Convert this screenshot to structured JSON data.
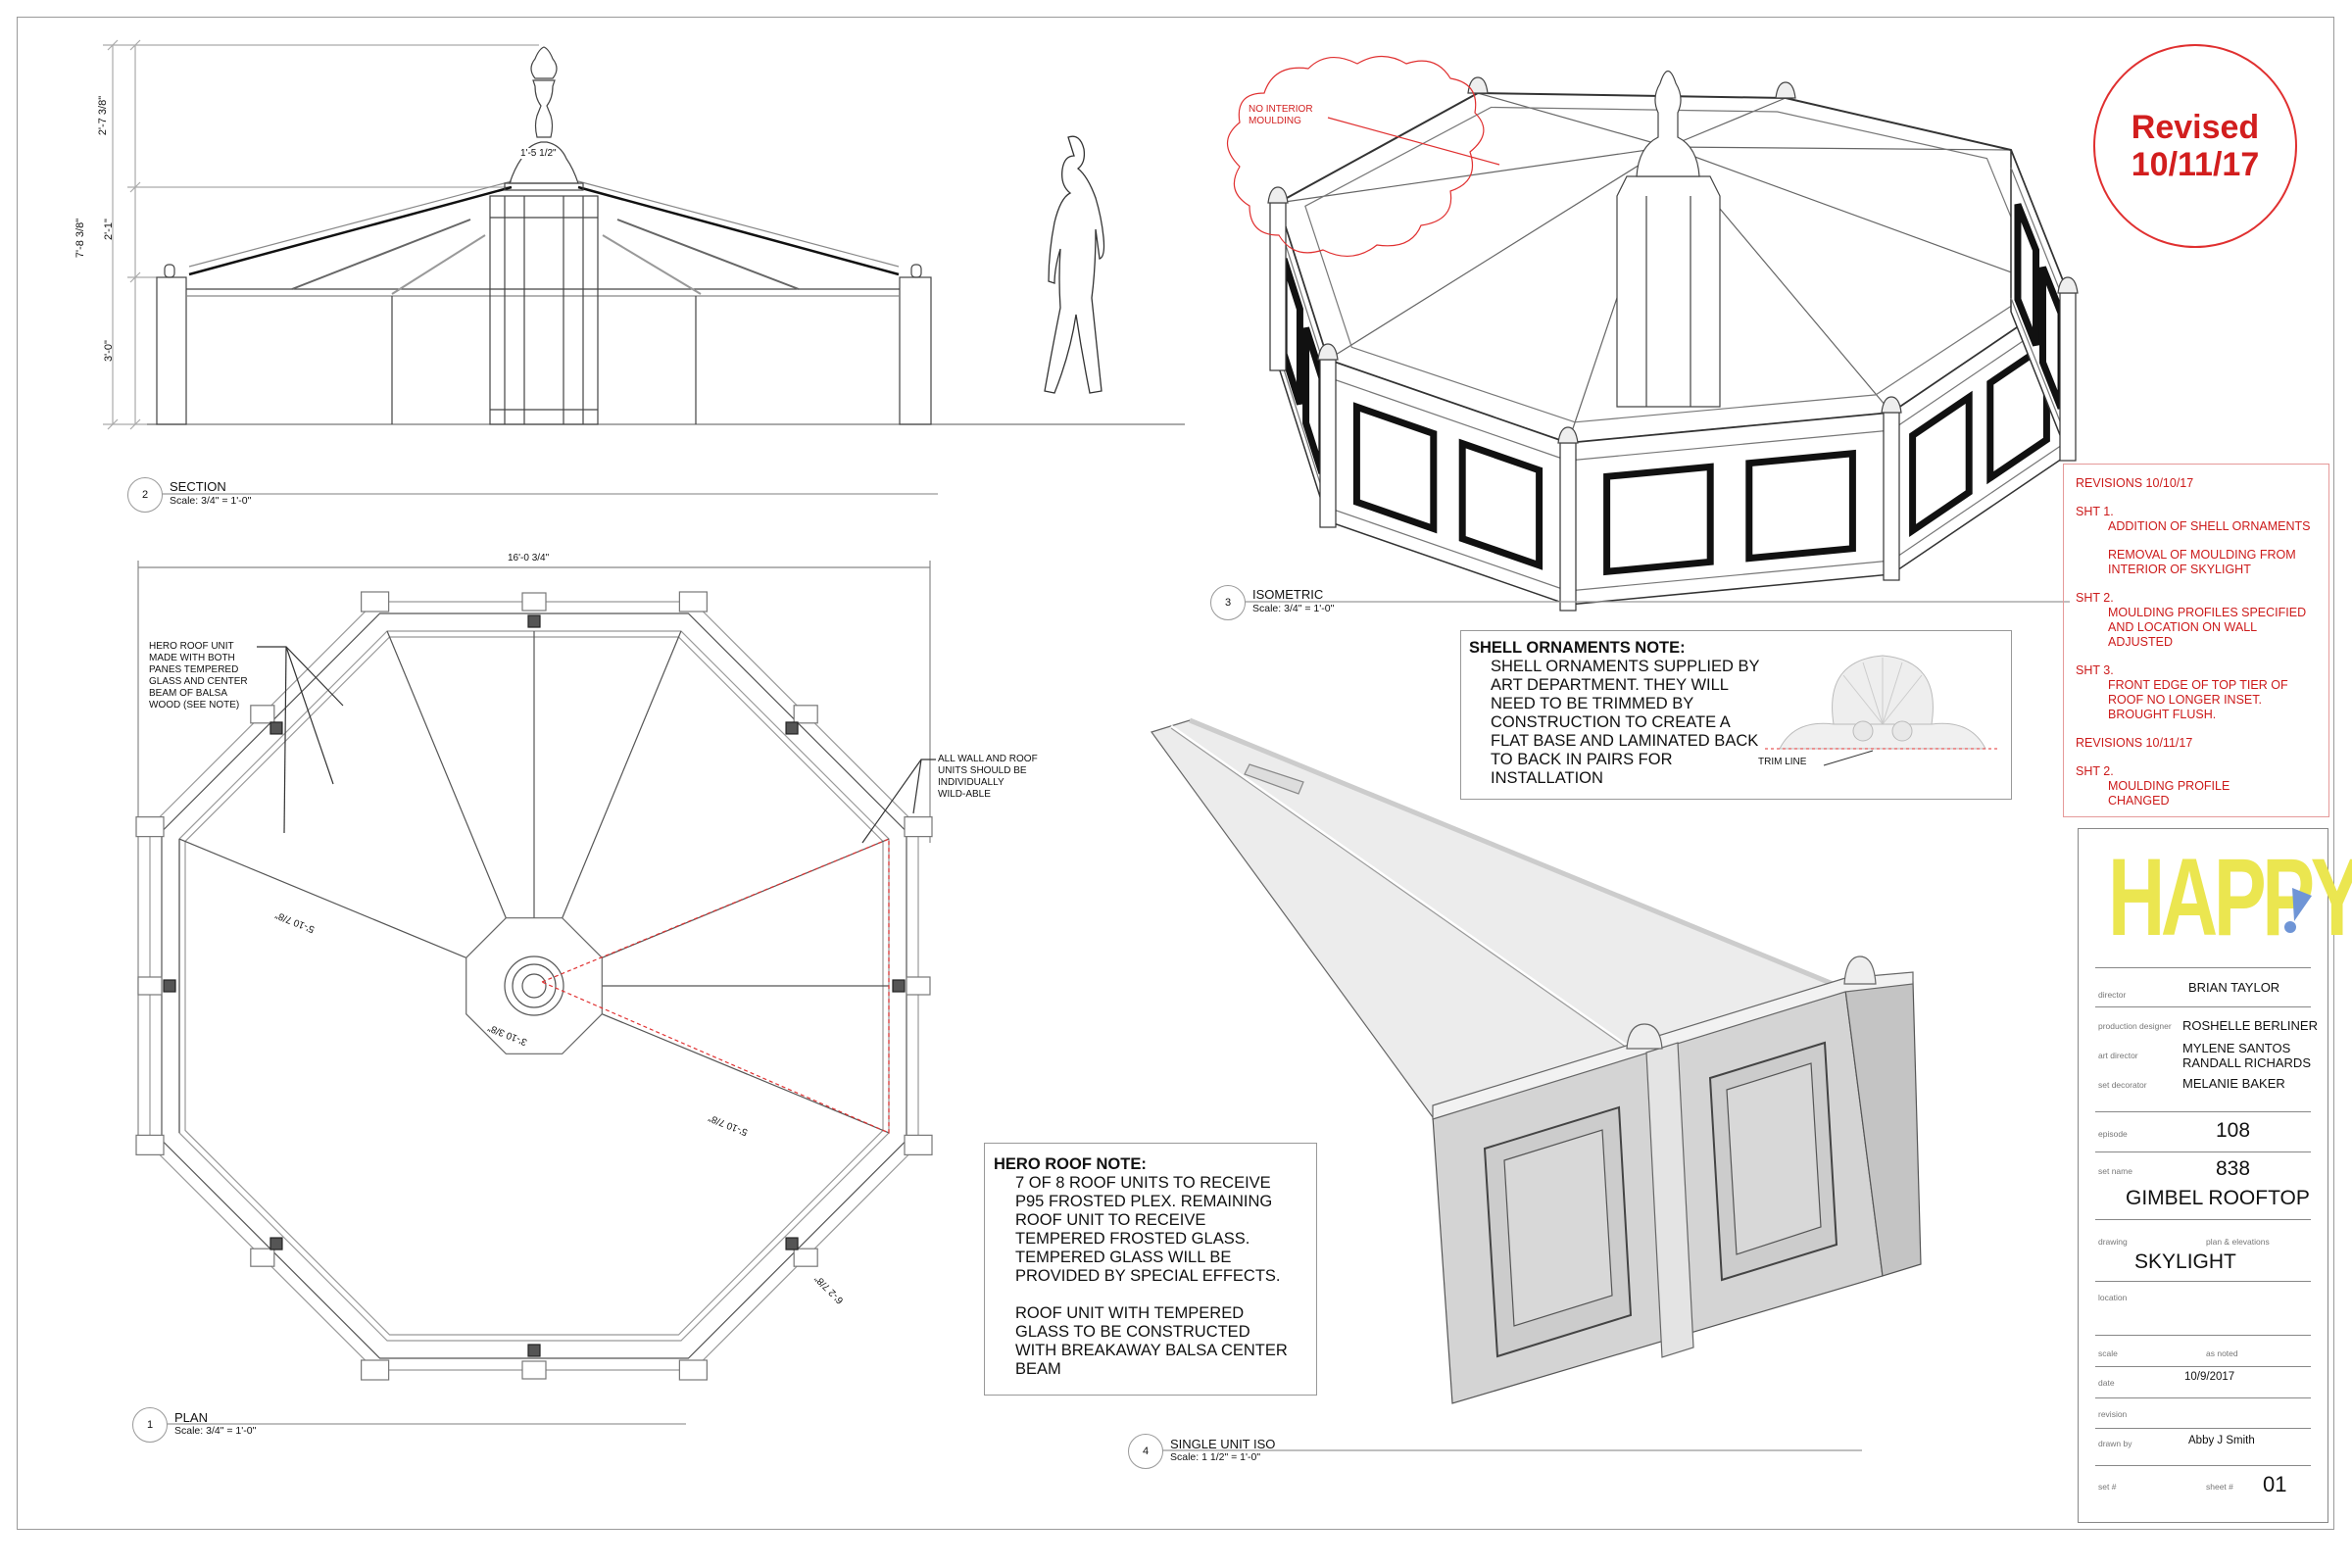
{
  "section": {
    "number": "2",
    "title": "SECTION",
    "scale": "Scale: 3/4\" = 1'-0\"",
    "dims": {
      "overall": "7'-8 3/8\"",
      "top": "2'-7 3/8\"",
      "middle": "2'-1\"",
      "bottom": "3'-0\"",
      "finial_base": "1'-5 1/2\""
    }
  },
  "plan": {
    "number": "1",
    "title": "PLAN",
    "scale": "Scale: 3/4\" = 1'-0\"",
    "width_dim": "16'-0 3/4\"",
    "dims": [
      "5'-10 7/8\"",
      "3'-10 3/8\"",
      "5'-10 7/8\"",
      "6'-2 7/8\""
    ],
    "hero_note": [
      "HERO ROOF UNIT",
      "MADE WITH BOTH",
      "PANES TEMPERED",
      "GLASS AND CENTER",
      "BEAM OF BALSA",
      "WOOD (SEE NOTE)"
    ],
    "wall_note": [
      "ALL WALL AND ROOF",
      "UNITS SHOULD BE",
      "INDIVIDUALLY",
      "WILD-ABLE"
    ]
  },
  "isometric": {
    "number": "3",
    "title": "ISOMETRIC",
    "scale": "Scale: 3/4\" = 1'-0\"",
    "cloud_note": [
      "NO INTERIOR",
      "MOULDING"
    ]
  },
  "single_unit": {
    "number": "4",
    "title": "SINGLE UNIT ISO",
    "scale": "Scale: 1 1/2\" = 1'-0\""
  },
  "revised_stamp": {
    "line1": "Revised",
    "line2": "10/11/17",
    "color": "#d21e1e"
  },
  "revisions": [
    {
      "header": "REVISIONS 10/10/17"
    },
    {
      "sheet": "SHT 1.",
      "items": [
        "ADDITION OF SHELL ORNAMENTS",
        "REMOVAL OF MOULDING FROM\nINTERIOR OF SKYLIGHT"
      ]
    },
    {
      "sheet": "SHT 2.",
      "items": [
        "MOULDING PROFILES SPECIFIED\nAND LOCATION ON WALL\nADJUSTED"
      ]
    },
    {
      "sheet": "SHT 3.",
      "items": [
        "FRONT EDGE OF TOP TIER OF\nROOF NO LONGER INSET.\nBROUGHT FLUSH."
      ]
    },
    {
      "header": "REVISIONS 10/11/17"
    },
    {
      "sheet": "SHT 2.",
      "items": [
        "MOULDING PROFILE\nCHANGED"
      ]
    }
  ],
  "shell_note": {
    "title": "SHELL ORNAMENTS NOTE:",
    "body": "SHELL ORNAMENTS SUPPLIED BY\nART DEPARTMENT. THEY WILL\nNEED TO BE TRIMMED BY\nCONSTRUCTION TO CREATE A\nFLAT BASE AND LAMINATED BACK\nTO BACK IN PAIRS FOR\nINSTALLATION",
    "trim_label": "TRIM LINE"
  },
  "hero_roof_note": {
    "title": "HERO ROOF NOTE:",
    "body": "7 OF 8 ROOF UNITS TO RECEIVE\nP95 FROSTED PLEX. REMAINING\nROOF UNIT TO RECEIVE\nTEMPERED FROSTED GLASS.\nTEMPERED GLASS WILL BE\nPROVIDED BY SPECIAL EFFECTS.\n\nROOF UNIT WITH TEMPERED\nGLASS TO BE CONSTRUCTED\nWITH BREAKAWAY BALSA CENTER\nBEAM"
  },
  "title_block": {
    "logo": "HAPPY!",
    "logo_color": "#ebe650",
    "accent_color": "#6f95d6",
    "director_label": "director",
    "director": "BRIAN TAYLOR",
    "production_designer_label": "production designer",
    "production_designer": "ROSHELLE BERLINER",
    "art_director_label": "art director",
    "art_director_1": "MYLENE SANTOS",
    "art_director_2": "RANDALL RICHARDS",
    "set_decorator_label": "set decorator",
    "set_decorator": "MELANIE BAKER",
    "episode_label": "episode",
    "episode": "108",
    "set_name_label": "set name",
    "set_number": "838",
    "set_name": "GIMBEL ROOFTOP",
    "drawing_label": "drawing",
    "drawing_type": "plan & elevations",
    "drawing": "SKYLIGHT",
    "location_label": "location",
    "scale_label": "scale",
    "scale": "as noted",
    "date_label": "date",
    "date": "10/9/2017",
    "revision_label": "revision",
    "drawn_by_label": "drawn by",
    "drawn_by": "Abby J Smith",
    "set_num_label": "set #",
    "sheet_num_label": "sheet #",
    "sheet_num": "01"
  }
}
